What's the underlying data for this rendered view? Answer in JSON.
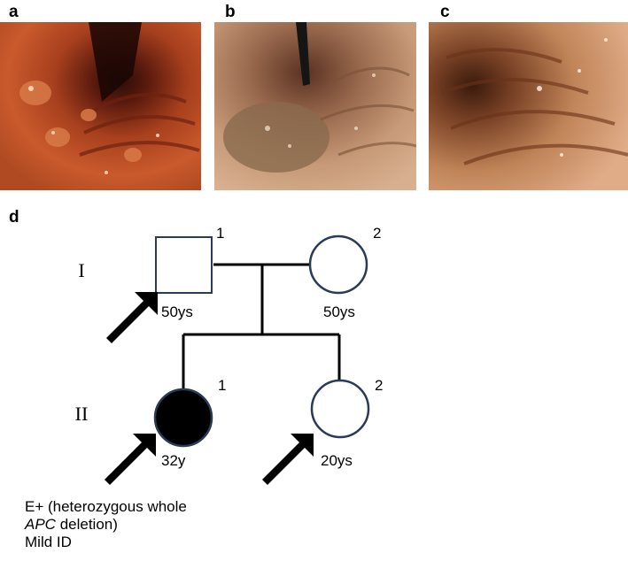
{
  "panels": {
    "a": {
      "label": "a"
    },
    "b": {
      "label": "b"
    },
    "c": {
      "label": "c"
    },
    "d": {
      "label": "d"
    }
  },
  "pedigree": {
    "generations": [
      "I",
      "II"
    ],
    "individuals": [
      {
        "id": "I-1",
        "number": "1",
        "sex": "male",
        "affected": false,
        "age": "50ys",
        "proband_arrow": true
      },
      {
        "id": "I-2",
        "number": "2",
        "sex": "female",
        "affected": false,
        "age": "50ys",
        "proband_arrow": false
      },
      {
        "id": "II-1",
        "number": "1",
        "sex": "female",
        "affected": true,
        "age": "32y",
        "proband_arrow": true
      },
      {
        "id": "II-2",
        "number": "2",
        "sex": "female",
        "affected": false,
        "age": "20ys",
        "proband_arrow": true
      }
    ],
    "annotation": {
      "line1": "E+ (heterozygous whole",
      "line2_italic": "APC",
      "line2_rest": " deletion)",
      "line3": "Mild ID"
    }
  },
  "colors": {
    "symbol_stroke": "#2b3a55",
    "affected_fill": "#000000",
    "arrow": "#000000"
  }
}
